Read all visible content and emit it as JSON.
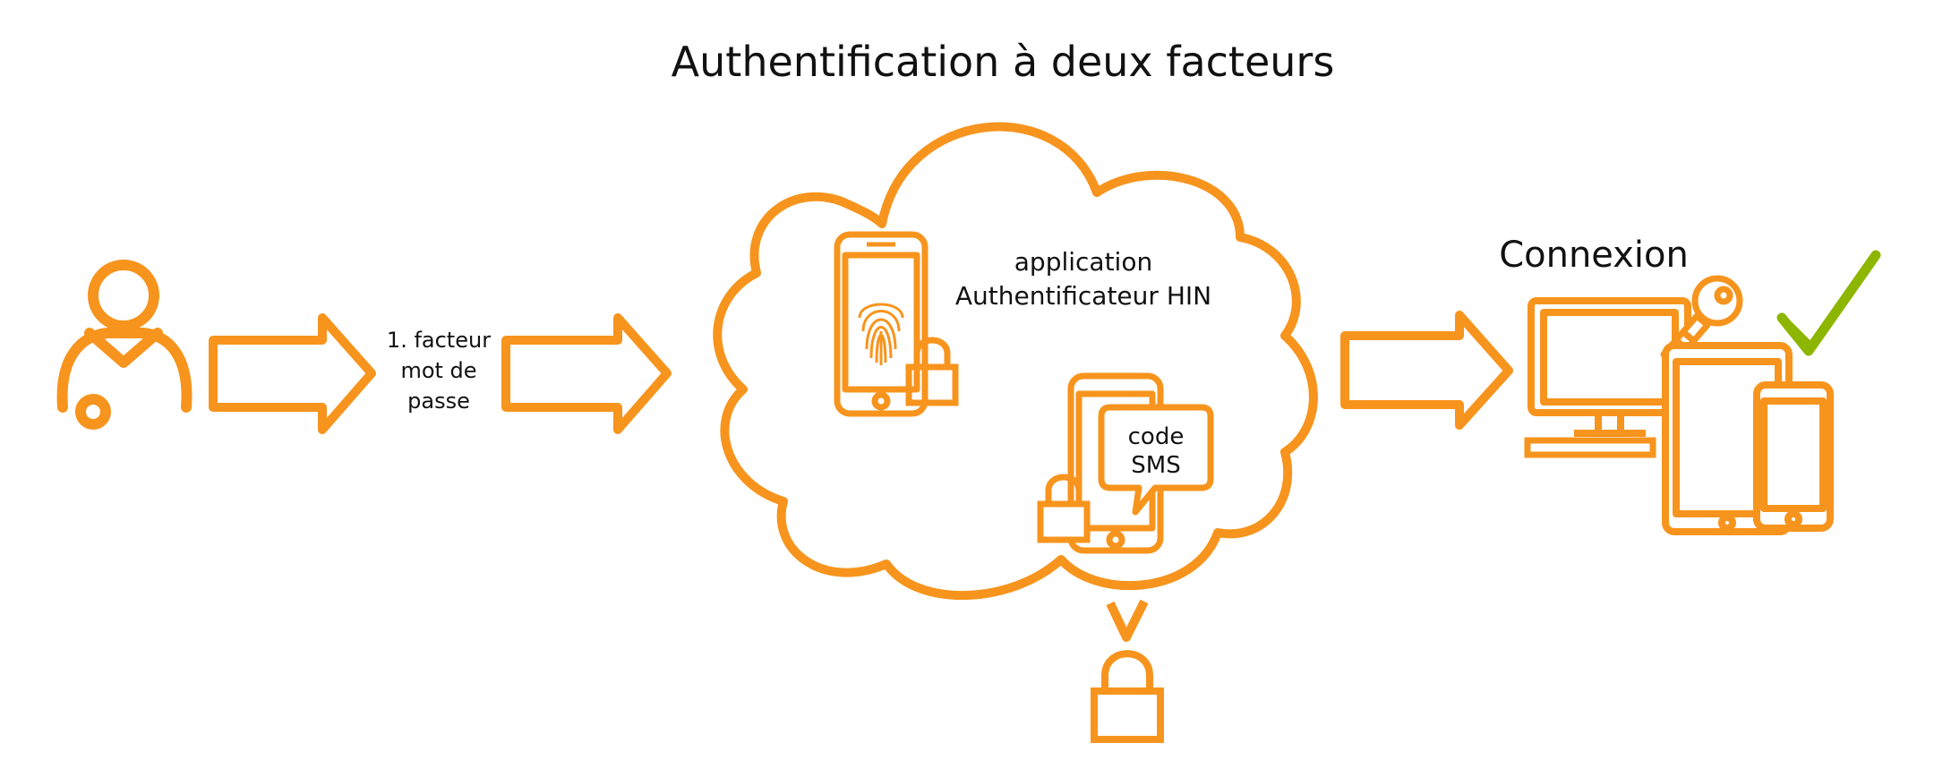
{
  "title": "Authentification à deux facteurs",
  "step1": {
    "line1": "1. facteur",
    "line2": "mot de",
    "line3": "passe"
  },
  "cloud": {
    "app_line1": "application",
    "app_line2": "Authentificateur HIN",
    "sms_line1": "code",
    "sms_line2": "SMS"
  },
  "result": {
    "label": "Connexion"
  },
  "icons": [
    "user-icon",
    "arrow-right-icon",
    "cloud-icon",
    "smartphone-icon",
    "fingerprint-icon",
    "padlock-icon",
    "speech-bubble-icon",
    "monitor-icon",
    "keyboard-icon",
    "key-icon",
    "tablet-icon",
    "checkmark-icon"
  ],
  "colors": {
    "orange": "#F7941D",
    "green": "#8DB600",
    "text": "#111111"
  }
}
